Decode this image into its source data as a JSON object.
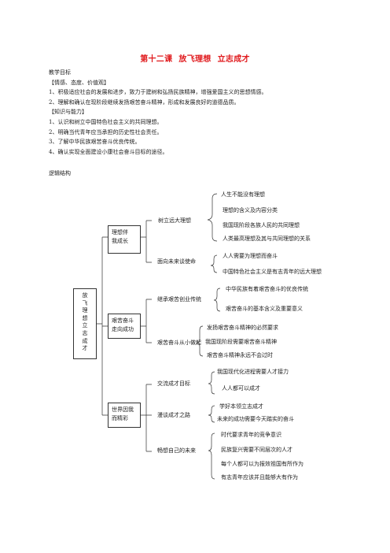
{
  "title": {
    "part1": "第十二课",
    "part2": "放飞理想",
    "part3": "立志成才"
  },
  "intro": {
    "heading": "教学目标",
    "section1": "【情感、态度、价值观】",
    "item1": "1、积极适应社会的发展和进步，致力于建树和弘扬民族精神，增强爱国主义的思想情感。",
    "item2": "2、理解和确认在现阶段继续发扬艰苦奋斗精神，形成和发展良好的道德品质。",
    "section2": "【知识与能力】",
    "item3": "1、认识和树立中国特色社会主义的共同理想。",
    "item4": "2、明确当代青年应当承担的历史性社会责任。",
    "item5": "3、了解中华民族艰苦奋斗优良传统。",
    "item6": "4、确认实现全面建设小康社会奋斗目标的途径。"
  },
  "logic_heading": "逻辑结构",
  "mindmap": {
    "root": [
      "放",
      "飞",
      "理",
      "想",
      "",
      "立",
      "志",
      "成",
      "才"
    ],
    "b1": {
      "label1": "理想伴",
      "label2": "我成长",
      "s1": {
        "label": "树立远大理想",
        "leaves": [
          "人生不能没有理想",
          "理想的含义及内容分类",
          "我国现阶段各族人民的共同理想",
          "人类最高理想及其与共同理想的关系"
        ]
      },
      "s2": {
        "label": "面向未来谈使命",
        "leaves": [
          "人人需要为理想而奋斗",
          "中国特色社会主义是有志青年的远大理想"
        ]
      }
    },
    "b2": {
      "label1": "艰苦奋斗",
      "label2": "走向成功",
      "s1": {
        "label": "继承艰苦创业传统",
        "leaves": [
          "中华民族有着艰苦奋斗的优良传统",
          "艰苦奋斗的基本含义及重要意义"
        ]
      },
      "s2": {
        "label": "艰苦奋斗从小做起",
        "leaves": [
          "发扬艰苦奋斗精神的必然要求",
          "我国现阶段需要艰苦奋斗精神",
          "艰苦奋斗精神永远不会过时"
        ]
      }
    },
    "b3": {
      "label1": "世界因我",
      "label2": "而精彩",
      "s1": {
        "label": "交流成才目标",
        "leaves": [
          "我国现代化进程需要人才接力",
          "人人都可以成才"
        ]
      },
      "s2": {
        "label": "漫谈成才之路",
        "leaves": [
          "学好本领立志成才",
          "未来的成功需要今天踏实的奋斗"
        ]
      },
      "s3": {
        "label": "畅想自己的未来",
        "leaves": [
          "时代要求青年的竞争意识",
          "民族复兴需要不同层次的人才",
          "每个人都可以为报效祖国有所作为",
          "有志青年应该并且能够大有作为"
        ]
      }
    }
  }
}
